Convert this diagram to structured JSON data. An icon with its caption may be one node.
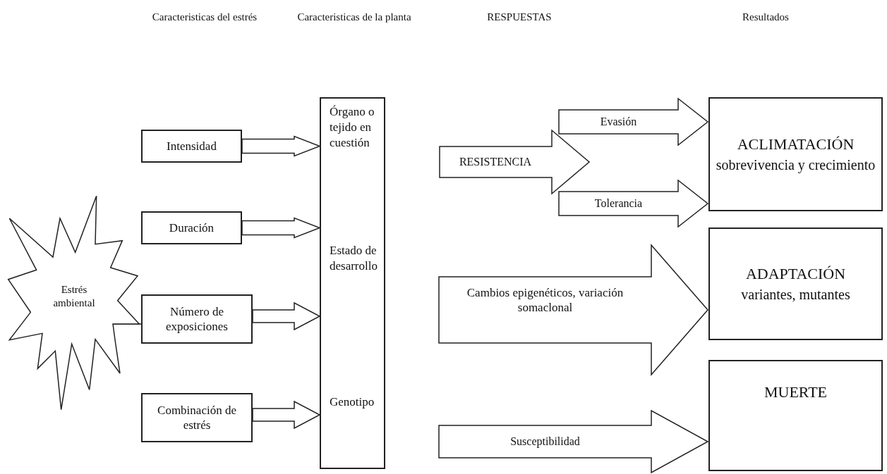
{
  "diagram": {
    "nodes": [
      {
        "text": [
          "Estrés ambiental"
        ]
      },
      {
        "text": [
          "Intensidad"
        ]
      },
      {
        "text": [
          "Duración"
        ]
      },
      {
        "text": [
          "Número de exposiciones"
        ]
      },
      {
        "text": [
          "Combinación de estrés"
        ]
      },
      {
        "text": [
          "Órgano o tejido en cuestión",
          "Estado de desarrollo",
          "Genotipo"
        ]
      },
      {
        "text": [
          "RESISTENCIA"
        ]
      },
      {
        "text": [
          "ACLIMATACIÓN",
          "sobrevivencia y crecimiento"
        ]
      },
      {
        "text": [
          "ADAPTACIÓN",
          "variantes, mutantes"
        ]
      },
      {
        "text": [
          "MUERTE"
        ]
      }
    ],
    "edges": [
      {
        "from": 0,
        "to": 3,
        "arrow": "none"
      },
      {
        "from": 1,
        "to": 5,
        "arrow": "to"
      },
      {
        "from": 2,
        "to": 5,
        "arrow": "to"
      },
      {
        "from": 3,
        "to": 5,
        "arrow": "to"
      },
      {
        "from": 4,
        "to": 5,
        "arrow": "to"
      },
      {
        "from": 6,
        "to": 7,
        "arrow": "to",
        "label": "Evasión"
      },
      {
        "from": 6,
        "to": 7,
        "arrow": "to",
        "label": "Tolerancia"
      },
      {
        "from": null,
        "to": 8,
        "arrow": "to",
        "label": "Cambios epigenéticos, variación somaclonal"
      },
      {
        "from": null,
        "to": 9,
        "arrow": "to",
        "label": "Susceptibilidad"
      }
    ],
    "labels": [
      "Caracteristicas del estrés",
      "Caracteristicas de la planta",
      "RESPUESTAS",
      "Resultados"
    ]
  }
}
